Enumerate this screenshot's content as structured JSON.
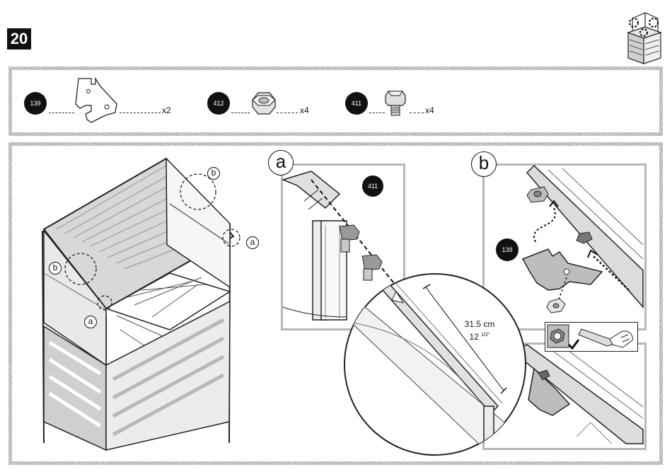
{
  "step": {
    "number": "20"
  },
  "parts": [
    {
      "id": "139",
      "qty": "x2",
      "icon": "bracket-plate-icon"
    },
    {
      "id": "412",
      "qty": "x4",
      "icon": "hex-nut-icon"
    },
    {
      "id": "411",
      "qty": "x4",
      "icon": "bolt-icon"
    }
  ],
  "details": {
    "a": {
      "label": "a",
      "part_id": "411"
    },
    "b": {
      "label": "b",
      "part_id": "139"
    }
  },
  "callouts": {
    "a": "a",
    "b": "b"
  },
  "measurement": {
    "cm": "31.5 cm",
    "inch_whole": "12",
    "inch_frac": "1/2\""
  }
}
